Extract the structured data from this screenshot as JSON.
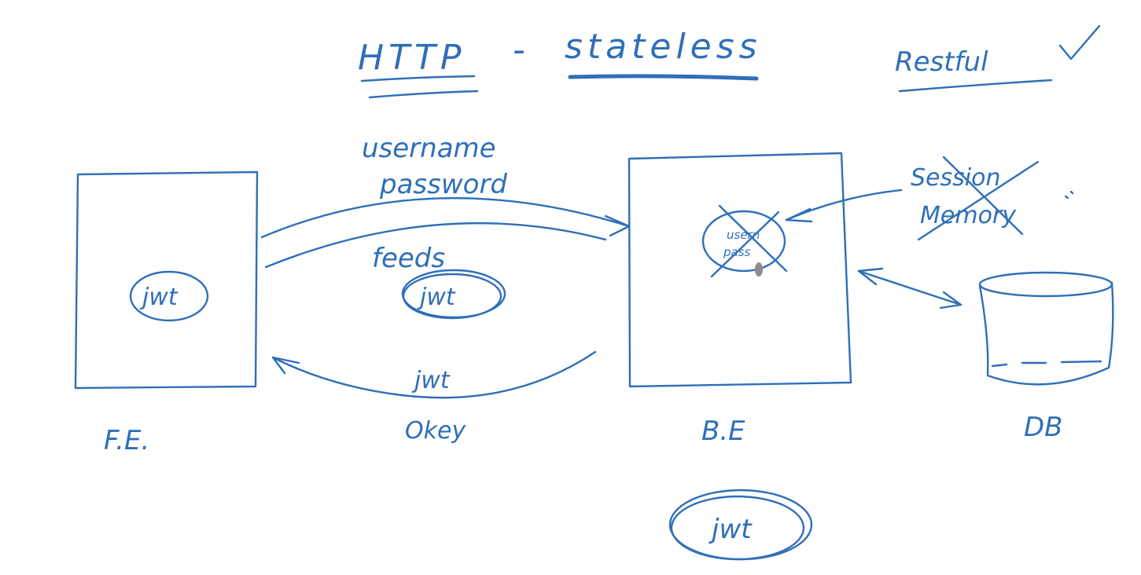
{
  "title": {
    "left": "HTTP",
    "dash": "-",
    "right": "stateless"
  },
  "restful": "Restful",
  "request": {
    "line1": "username",
    "line2": "password"
  },
  "feeds": "feeds",
  "token_mid": "jwt",
  "response": {
    "token": "jwt",
    "status": "Okey"
  },
  "fe": {
    "label": "F.E.",
    "token": "jwt"
  },
  "be": {
    "label": "B.E",
    "inner_line1": "usern",
    "inner_line2": "pass"
  },
  "session": {
    "line1": "Session",
    "line2": "Memory"
  },
  "db": {
    "label": "DB"
  },
  "token_bottom": "jwt",
  "colors": {
    "ink": "#2f6fb9",
    "background": "#ffffff"
  }
}
